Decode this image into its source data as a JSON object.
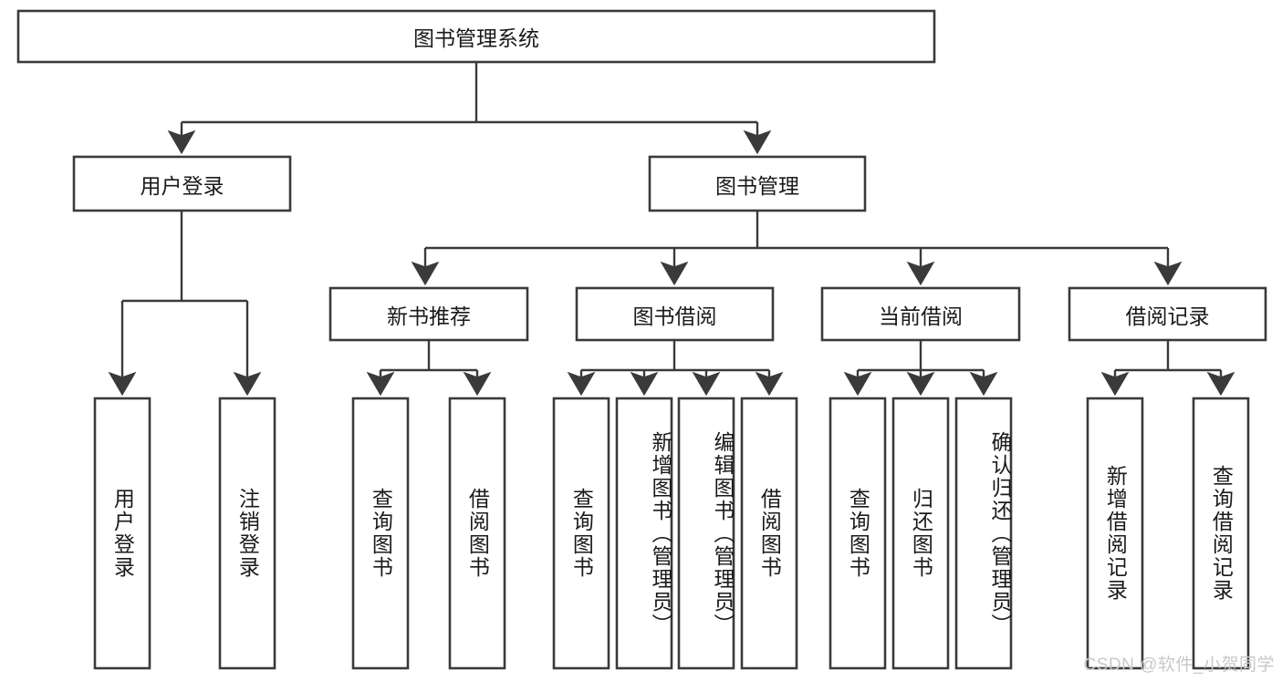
{
  "diagram": {
    "type": "tree-hierarchy",
    "title": "图书管理系统",
    "watermark": "CSDN @软件_小贺同学",
    "colors": {
      "box_stroke": "#3a3a3a",
      "box_fill": "#ffffff",
      "text": "#1a1a1a",
      "connector": "#3a3a3a",
      "watermark": "#c9c9c9",
      "background": "#ffffff"
    },
    "root": {
      "label": "图书管理系统"
    },
    "level2": [
      {
        "label": "用户登录"
      },
      {
        "label": "图书管理"
      }
    ],
    "level3": [
      {
        "label": "新书推荐"
      },
      {
        "label": "图书借阅"
      },
      {
        "label": "当前借阅"
      },
      {
        "label": "借阅记录"
      }
    ],
    "leaves": {
      "user_login": [
        {
          "label": "用户登录"
        },
        {
          "label": "注销登录"
        }
      ],
      "new_book_recommend": [
        {
          "label": "查询图书"
        },
        {
          "label": "借阅图书"
        }
      ],
      "book_borrow": [
        {
          "label": "查询图书"
        },
        {
          "label": "新增图书（管理员）"
        },
        {
          "label": "编辑图书（管理员）"
        },
        {
          "label": "借阅图书"
        }
      ],
      "current_borrow": [
        {
          "label": "查询图书"
        },
        {
          "label": "归还图书"
        },
        {
          "label": "确认归还（管理员）"
        }
      ],
      "borrow_record": [
        {
          "label": "新增借阅记录"
        },
        {
          "label": "查询借阅记录"
        }
      ]
    }
  }
}
